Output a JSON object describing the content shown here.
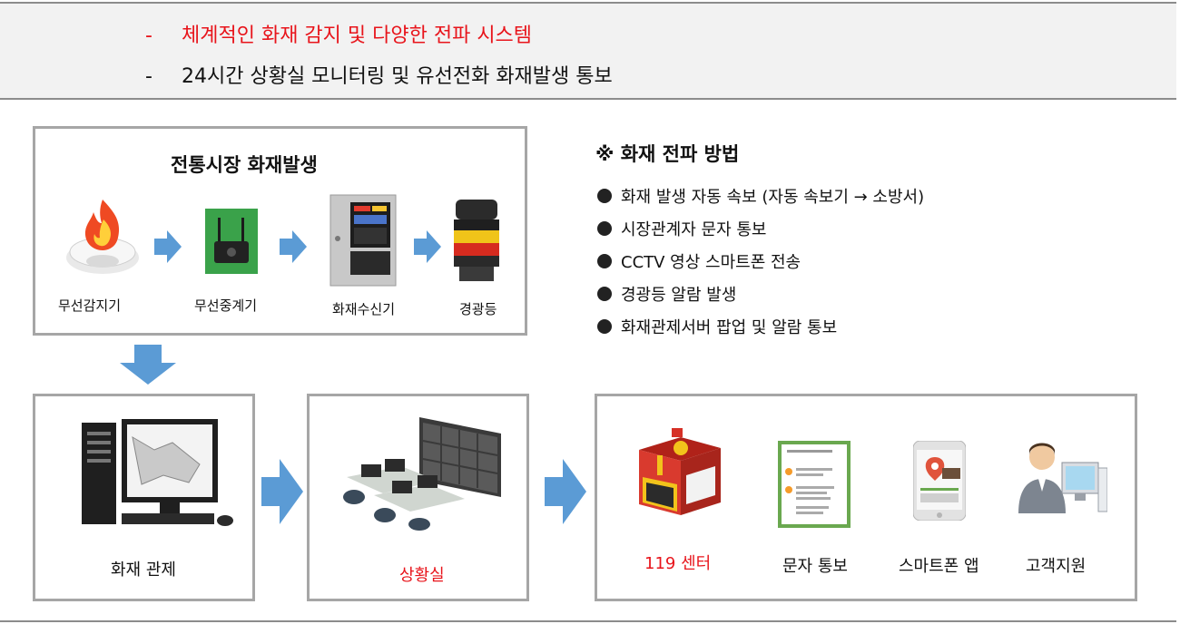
{
  "header": {
    "bullets": [
      {
        "dash": "-",
        "text": "체계적인 화재 감지 및 다양한 전파 시스템",
        "color": "#e8141b"
      },
      {
        "dash": "-",
        "text": "24시간 상황실 모니터링 및 유선전화 화재발생 통보",
        "color": "#111111"
      }
    ]
  },
  "detection_panel": {
    "title": "전통시장 화재발생",
    "devices": [
      {
        "label": "무선감지기",
        "icon": "flame-detector-icon"
      },
      {
        "label": "무선중계기",
        "icon": "wireless-repeater-icon"
      },
      {
        "label": "화재수신기",
        "icon": "fire-receiver-panel-icon"
      },
      {
        "label": "경광등",
        "icon": "warning-light-icon"
      }
    ]
  },
  "methods": {
    "title": "※ 화재 전파 방법",
    "items": [
      "화재 발생 자동 속보 (자동 속보기 → 소방서)",
      "시장관계자 문자 통보",
      "CCTV 영상 스마트폰 전송",
      "경광등 알람 발생",
      "화재관제서버 팝업 및 알람 통보"
    ]
  },
  "control": {
    "label": "화재 관제",
    "icon": "computer-workstation-icon"
  },
  "situation_room": {
    "label": "상황실",
    "icon": "control-room-icon",
    "color": "#e8141b"
  },
  "notify": {
    "items": [
      {
        "label": "119 센터",
        "icon": "fire-station-icon",
        "color": "#e8141b"
      },
      {
        "label": "문자 통보",
        "icon": "sms-message-icon",
        "color": "#111111"
      },
      {
        "label": "스마트폰 앱",
        "icon": "smartphone-app-icon",
        "color": "#111111"
      },
      {
        "label": "고객지원",
        "icon": "customer-support-icon",
        "color": "#111111"
      }
    ]
  },
  "colors": {
    "accent_red": "#e8141b",
    "arrow_blue": "#5b9bd5",
    "panel_border": "#a6a6a6",
    "header_bg": "#f2f2f2"
  }
}
